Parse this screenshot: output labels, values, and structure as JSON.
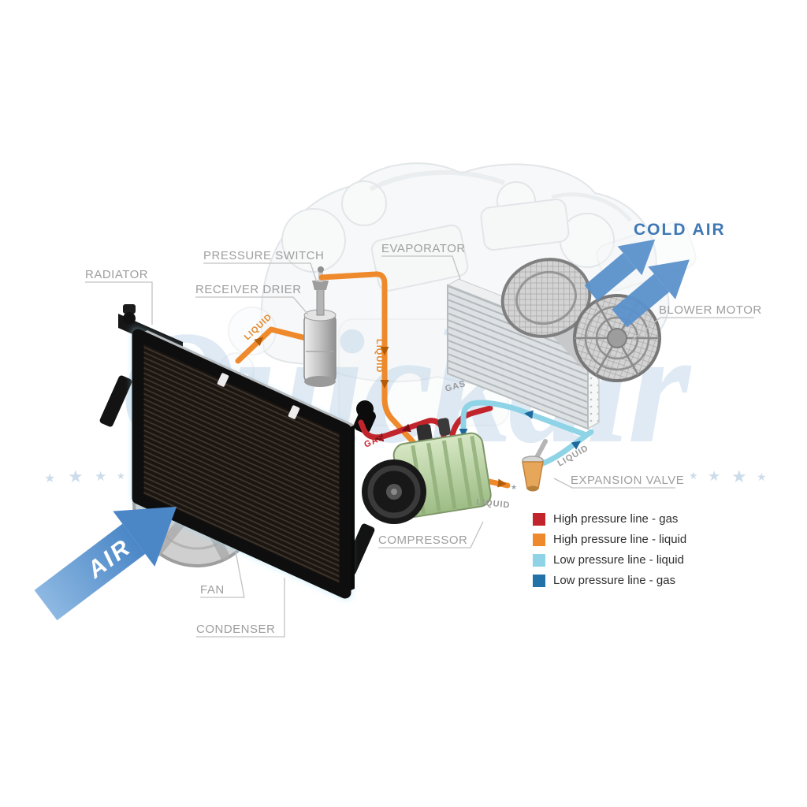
{
  "watermark": {
    "text": "Quickair"
  },
  "icons": {
    "star": "★"
  },
  "component_labels": {
    "radiator": "RADIATOR",
    "pressure_switch": "PRESSURE SWITCH",
    "receiver_drier": "RECEIVER DRIER",
    "evaporator": "EVAPORATOR",
    "blower_motor": "BLOWER MOTOR",
    "expansion_valve": "EXPANSION VALVE",
    "compressor": "COMPRESSOR",
    "fan": "FAN",
    "condenser": "CONDENSER"
  },
  "flow_labels": {
    "cold_air": "COLD AIR",
    "air": "AIR",
    "liquid_condenser_to_drier": "LIQUID",
    "liquid_drier_line": "LIQUID",
    "liquid_to_expansion_valve": "LIQUID",
    "liquid_to_evaporator": "LIQUID",
    "gas_to_condenser": "GAS",
    "gas_to_compressor": "GAS"
  },
  "legend": {
    "items": [
      {
        "label": "High pressure line - gas",
        "color": "#c2242c"
      },
      {
        "label": "High pressure line - liquid",
        "color": "#ef8a2c"
      },
      {
        "label": "Low pressure line - liquid",
        "color": "#8ed3e6"
      },
      {
        "label": "Low pressure line -  gas",
        "color": "#2272a8"
      }
    ]
  },
  "colors": {
    "high_pressure_gas_line": "#c2242c",
    "high_pressure_liquid_line": "#ef8a2c",
    "low_pressure_liquid_line": "#8ed3e6",
    "low_pressure_gas_line": "#2272a8",
    "air_arrow_blue": "#4a86c6",
    "cold_air_text_blue": "#3e78b5",
    "component_label_gray": "#9e9e9e",
    "watermark_blue": "#b7d0e7"
  }
}
